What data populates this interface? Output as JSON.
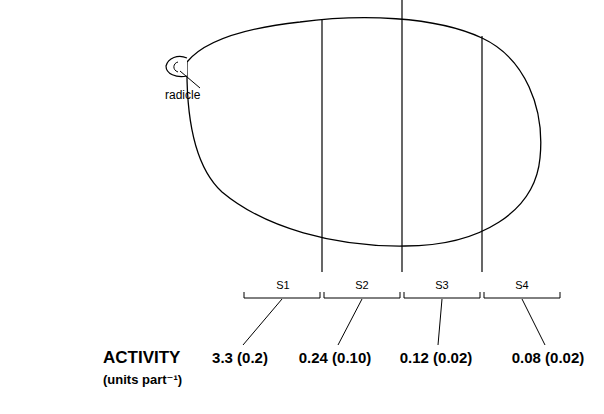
{
  "diagram": {
    "labels": [
      "radicle",
      "S1",
      "S2",
      "S3",
      "S4",
      "ACTIVITY",
      "(units part⁻¹)",
      "3.3 (0.2)",
      "0.24 (0.10)",
      "0.12 (0.02)",
      "0.08 (0.02)"
    ]
  }
}
